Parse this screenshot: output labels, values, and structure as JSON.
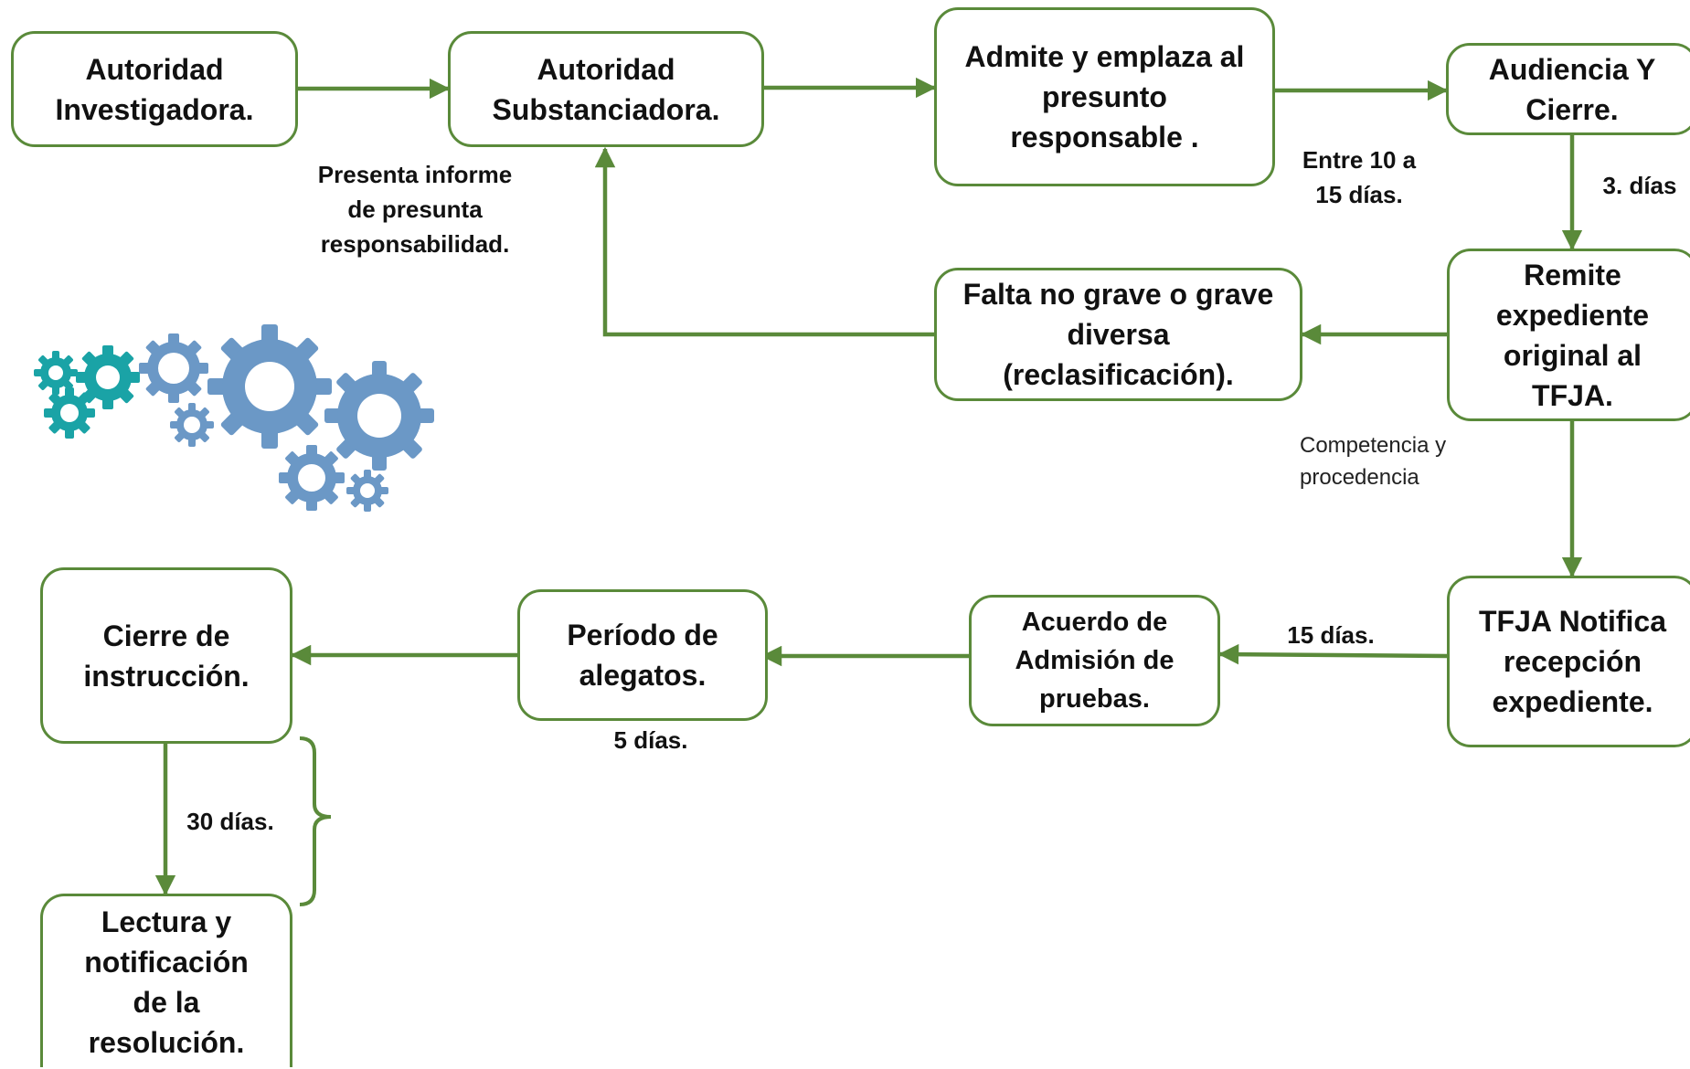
{
  "colors": {
    "accent": "#5a8a3a",
    "gear_blue": "#6b98c6",
    "gear_teal": "#1aa3a6"
  },
  "boxes": {
    "investigadora": "Autoridad\nInvestigadora.",
    "substanciadora": "Autoridad\nSubstanciadora.",
    "admite": "Admite y emplaza al\npresunto\nresponsable .",
    "audiencia": "Audiencia Y\nCierre.",
    "remite": "Remite\nexpediente\noriginal al\nTFJA.",
    "falta": "Falta no grave o grave\ndiversa\n(reclasificación).",
    "tfja_notifica": "TFJA Notifica\nrecepción\nexpediente.",
    "acuerdo": "Acuerdo de\nAdmisión de\npruebas.",
    "periodo": "Período de\nalegatos.",
    "cierre": "Cierre de\ninstrucción.",
    "lectura": "Lectura y\nnotificación\nde la\nresolución."
  },
  "labels": {
    "presenta_informe": "Presenta informe\nde presunta\nresponsabilidad.",
    "entre_10_15": "Entre 10 a\n15 días.",
    "tres_dias": "3. días",
    "competencia": "Competencia y\nprocedencia",
    "quince_dias": "15 días.",
    "cinco_dias": "5 días.",
    "treinta_dias": "30 días."
  },
  "icons": {
    "gears": "gears-icon"
  }
}
